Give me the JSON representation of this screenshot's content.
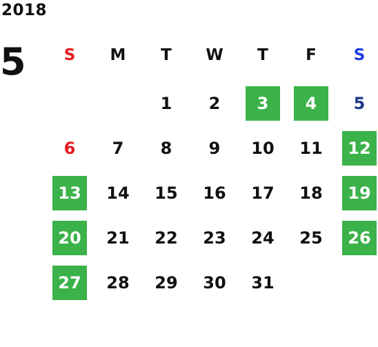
{
  "calendar": {
    "year": "2018",
    "month": "5",
    "weekdays": [
      "S",
      "M",
      "T",
      "W",
      "T",
      "F",
      "S"
    ],
    "highlight_color": "#3cb24a",
    "sunday_color": "#e8191d",
    "saturday_color": "#1d3fe0",
    "first_weekday_index": 2,
    "days_in_month": 31,
    "highlighted_days": [
      3,
      4,
      12,
      13,
      19,
      20,
      26,
      27
    ]
  }
}
